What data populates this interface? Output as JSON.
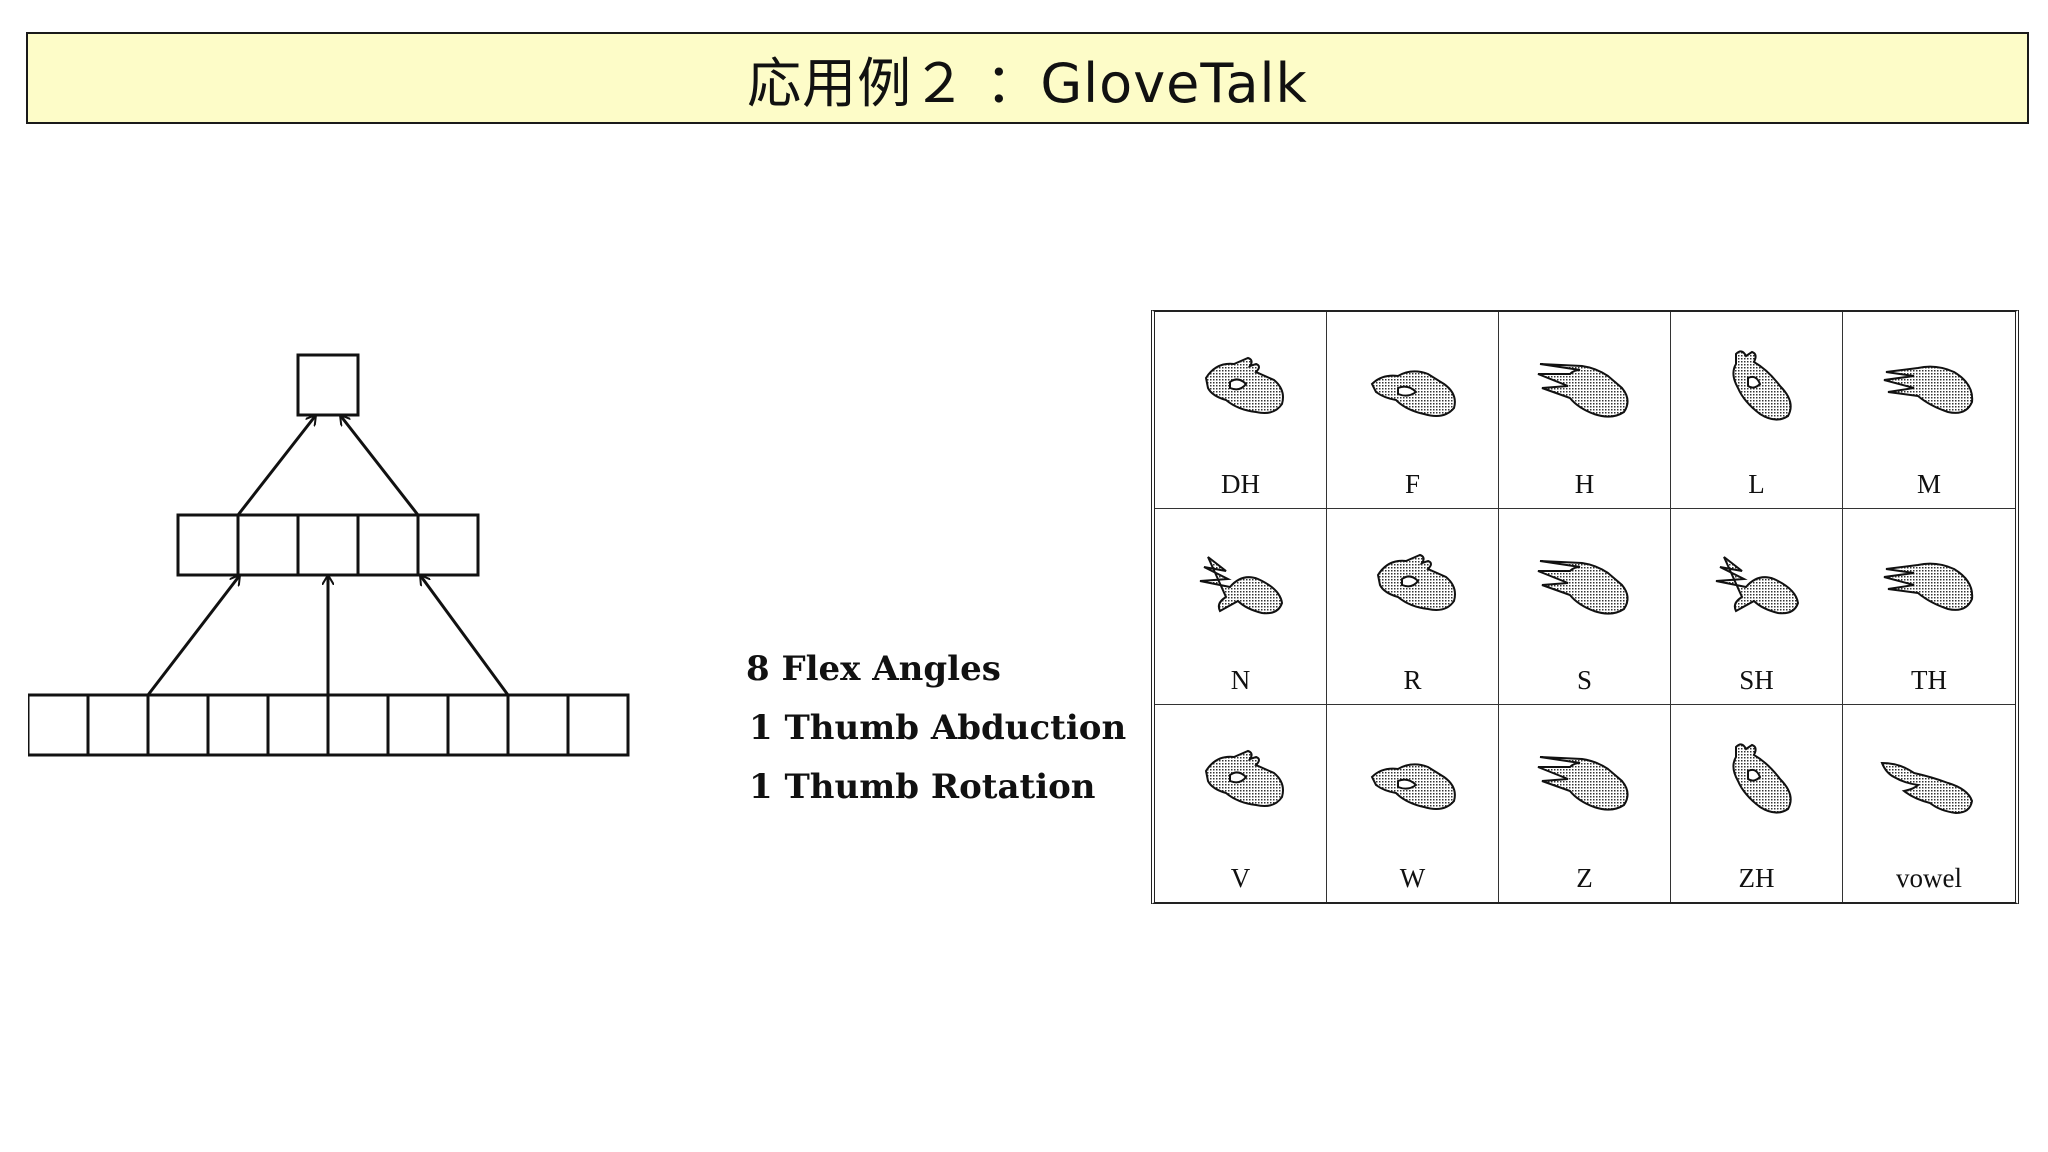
{
  "slide": {
    "title": "応用例２ ：GloveTalk"
  },
  "inputs": [
    "8 Flex Angles",
    "1 Thumb Abduction",
    "1 Thumb Rotation"
  ],
  "network": {
    "layers": [
      1,
      5,
      10
    ]
  },
  "gestures": [
    {
      "label": "DH",
      "shape": "ok"
    },
    {
      "label": "F",
      "shape": "pinch"
    },
    {
      "label": "H",
      "shape": "two-point"
    },
    {
      "label": "L",
      "shape": "upright-ok"
    },
    {
      "label": "M",
      "shape": "flat"
    },
    {
      "label": "N",
      "shape": "spread-down"
    },
    {
      "label": "R",
      "shape": "ok"
    },
    {
      "label": "S",
      "shape": "two-point"
    },
    {
      "label": "SH",
      "shape": "spread-down"
    },
    {
      "label": "TH",
      "shape": "flat"
    },
    {
      "label": "V",
      "shape": "ok"
    },
    {
      "label": "W",
      "shape": "pinch"
    },
    {
      "label": "Z",
      "shape": "two-point"
    },
    {
      "label": "ZH",
      "shape": "upright-ok"
    },
    {
      "label": "vowel",
      "shape": "flat-open"
    }
  ]
}
